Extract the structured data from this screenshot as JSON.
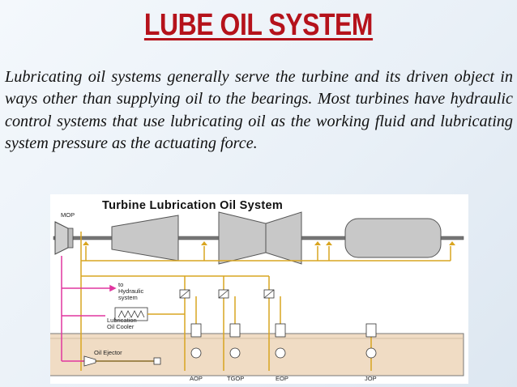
{
  "slide": {
    "title": "LUBE OIL SYSTEM",
    "body": "Lubricating oil systems generally serve the turbine and its driven object in ways other than supplying oil to the bearings. Most turbines have hydraulic control systems that use lubricating oil as the working fluid and lubricating system pressure as the actuating force."
  },
  "diagram": {
    "title": "Turbine Lubrication Oil System",
    "labels": {
      "mop": "MOP",
      "hydraulic_1": "to",
      "hydraulic_2": "Hydraulic",
      "hydraulic_3": "system",
      "cooler_1": "Lubrication",
      "cooler_2": "Oil Cooler",
      "ejector": "Oil Ejector",
      "aop": "AOP",
      "tgop": "TGOP",
      "eop": "EOP",
      "jop": "JOP"
    },
    "colors": {
      "title_red": "#b5121b",
      "oil_line": "#d9a520",
      "hydraulic_line": "#e0369f",
      "tank_oil": "#f0dcc4",
      "turbine_body": "#c8c8c8"
    }
  }
}
